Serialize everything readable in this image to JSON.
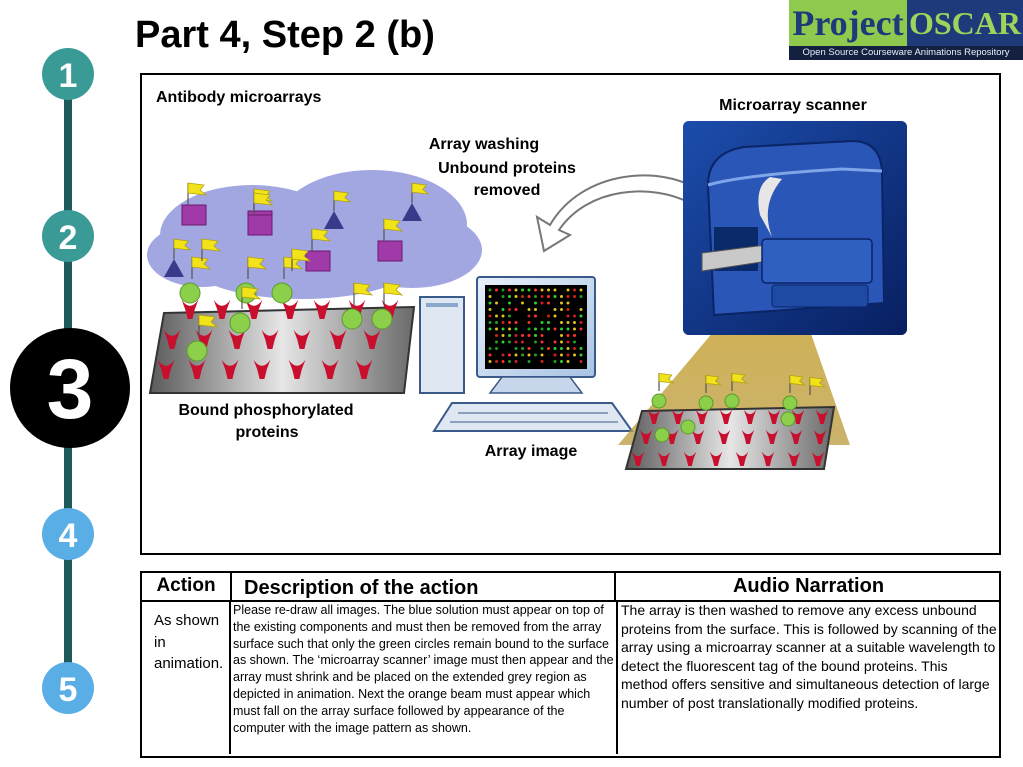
{
  "slide": {
    "title": "Part 4, Step 2 (b)"
  },
  "logo": {
    "word1": "Project",
    "word2": "OSCAR",
    "tagline": "Open Source Courseware Animations Repository"
  },
  "steps": [
    {
      "label": "1",
      "state": "inactive"
    },
    {
      "label": "2",
      "state": "inactive"
    },
    {
      "label": "3",
      "state": "current"
    },
    {
      "label": "4",
      "state": "future"
    },
    {
      "label": "5",
      "state": "future"
    }
  ],
  "diagram": {
    "label_antibody": "Antibody microarrays",
    "label_scanner": "Microarray scanner",
    "label_washing": "Array washing",
    "label_unbound_1": "Unbound proteins",
    "label_unbound_2": "removed",
    "label_bound_1": "Bound phosphorylated",
    "label_bound_2": "proteins",
    "label_array_image": "Array image"
  },
  "table": {
    "header_action": "Action",
    "header_description": "Description of the action",
    "header_audio": "Audio Narration",
    "action_text": "As shown in animation.",
    "description_text": "Please re-draw all images. The blue solution must appear on top of the existing components and must then be removed from the array surface such that only the green circles remain bound to the surface as shown. The ‘microarray scanner’ image must then appear and the array must shrink and be placed on the extended grey region as depicted in animation. Next the orange beam must appear which must fall on the array surface followed by appearance of the computer with the image pattern as shown.",
    "audio_text": "The array is then washed to remove any excess unbound proteins from the surface. This is followed by scanning of the array using a microarray scanner at a suitable wavelength to detect the fluorescent tag of the bound proteins. This method offers sensitive and simultaneous detection of large number of post translationally modified proteins."
  },
  "colors": {
    "rail": "#1f5a5a",
    "step_inactive": "#3a9a96",
    "step_current": "#000000",
    "step_future": "#5aaee6",
    "antibody": "#c8102e",
    "protein": "#8ccf4a",
    "flag": "#f2e21a",
    "solution": "#7f86d8",
    "beam": "#c8a02a"
  }
}
